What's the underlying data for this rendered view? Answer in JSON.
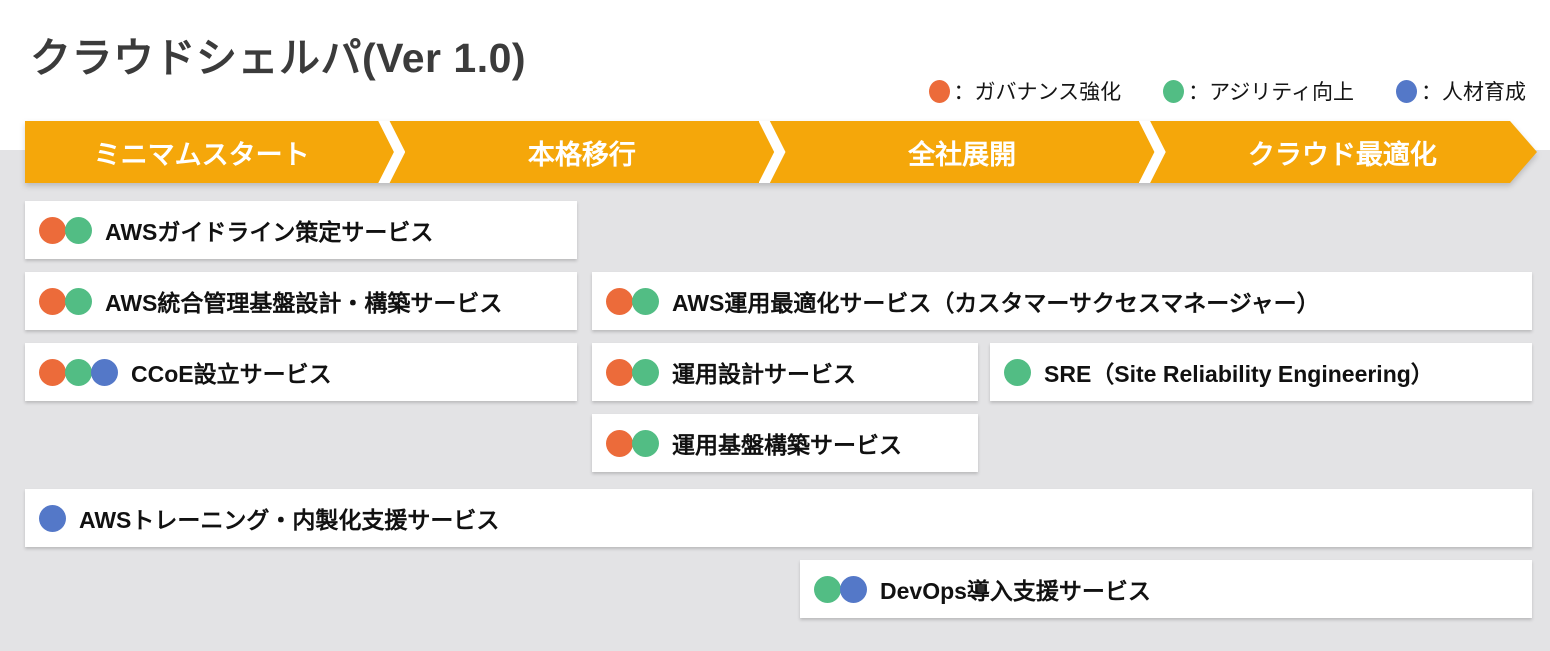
{
  "title": "クラウドシェルパ(Ver 1.0)",
  "colors": {
    "governance": "#EC6B3A",
    "agility": "#52BD84",
    "talent": "#5478C8",
    "banner": "#F5A70A",
    "background_gray": "#E3E3E5",
    "card_bg": "#FFFFFF",
    "title_text": "#3B3B3B",
    "banner_text": "#FFFFFF"
  },
  "legend": {
    "items": [
      {
        "name": "governance",
        "label": "：ガバナンス強化"
      },
      {
        "name": "agility",
        "label": "：アジリティ向上"
      },
      {
        "name": "talent",
        "label": "：人材育成"
      }
    ]
  },
  "phases": [
    {
      "label": "ミニマムスタート"
    },
    {
      "label": "本格移行"
    },
    {
      "label": "全社展開"
    },
    {
      "label": "クラウド最適化"
    }
  ],
  "cards": {
    "guideline": {
      "label": "AWSガイドライン策定サービス",
      "categories": [
        "governance",
        "agility"
      ]
    },
    "integrated_mgmt": {
      "label": "AWS統合管理基盤設計・構築サービス",
      "categories": [
        "governance",
        "agility"
      ]
    },
    "ccoe": {
      "label": "CCoE設立サービス",
      "categories": [
        "governance",
        "agility",
        "talent"
      ]
    },
    "ops_optimization": {
      "label": "AWS運用最適化サービス（カスタマーサクセスマネージャー）",
      "categories": [
        "governance",
        "agility"
      ]
    },
    "ops_design": {
      "label": "運用設計サービス",
      "categories": [
        "governance",
        "agility"
      ]
    },
    "sre": {
      "label": "SRE（Site Reliability Engineering）",
      "categories": [
        "agility"
      ]
    },
    "ops_platform": {
      "label": "運用基盤構築サービス",
      "categories": [
        "governance",
        "agility"
      ]
    },
    "training": {
      "label": "AWSトレーニング・内製化支援サービス",
      "categories": [
        "talent"
      ]
    },
    "devops": {
      "label": "DevOps導入支援サービス",
      "categories": [
        "agility",
        "talent"
      ]
    }
  }
}
